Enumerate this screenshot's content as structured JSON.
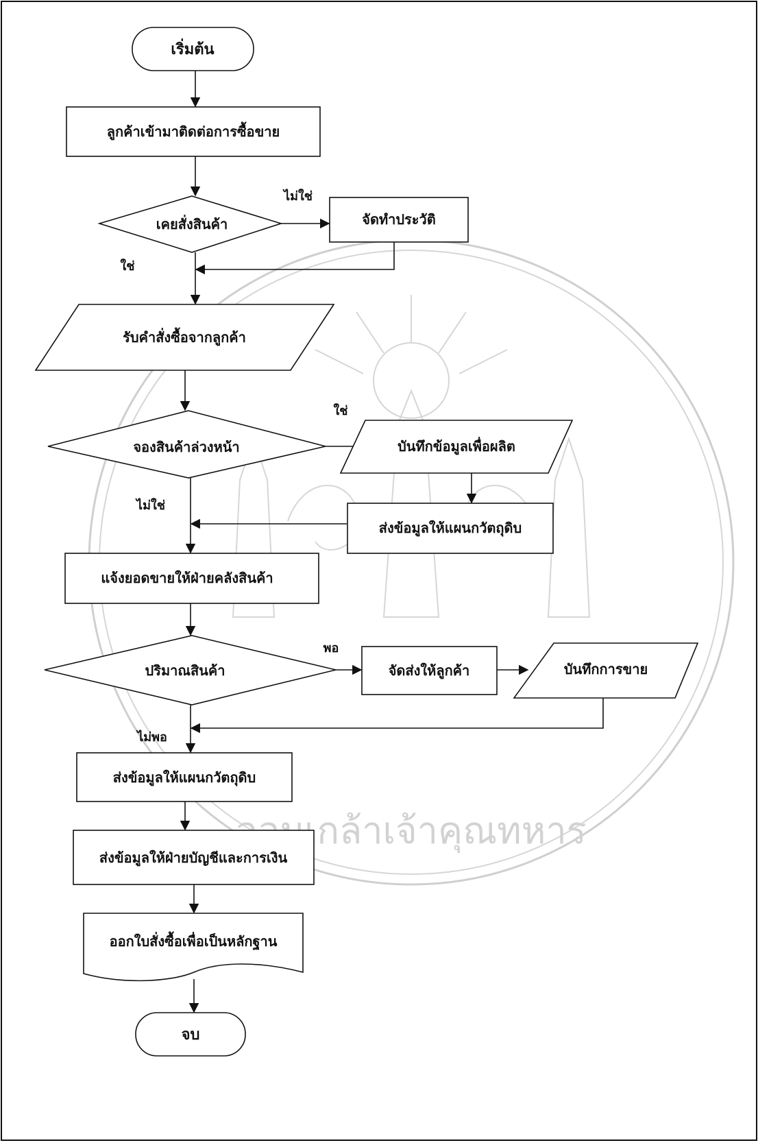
{
  "diagram": {
    "nodes": {
      "start": "เริ่มต้น",
      "customer_contact": "ลูกค้าเข้ามาติดต่อการซื้อขาย",
      "ordered_before": "เคยสั่งสินค้า",
      "make_profile": "จัดทำประวัติ",
      "receive_order": "รับคำสั่งซื้อจากลูกค้า",
      "preorder": "จองสินค้าล่วงหน้า",
      "record_for_production": "บันทึกข้อมูลเพื่อผลิต",
      "send_to_material_1": "ส่งข้อมูลให้แผนกวัตถุดิบ",
      "notify_warehouse": "แจ้งยอดขายให้ฝ่ายคลังสินค้า",
      "quantity": "ปริมาณสินค้า",
      "deliver": "จัดส่งให้ลูกค้า",
      "record_sale": "บันทึกการขาย",
      "send_to_material_2": "ส่งข้อมูลให้แผนกวัตถุดิบ",
      "send_to_accounting": "ส่งข้อมูลให้ฝ่ายบัญชีและการเงิน",
      "issue_po": "ออกใบสั่งซื้อเพื่อเป็นหลักฐาน",
      "end": "จบ"
    },
    "edge_labels": {
      "ordered_no": "ไม่ใช่",
      "ordered_yes": "ใช่",
      "preorder_yes": "ใช่",
      "preorder_no": "ไม่ใช่",
      "qty_enough": "พอ",
      "qty_not_enough": "ไม่พอ"
    },
    "watermark": {
      "text": "จอมเกล้าเจ้าคุณทหาร"
    }
  }
}
